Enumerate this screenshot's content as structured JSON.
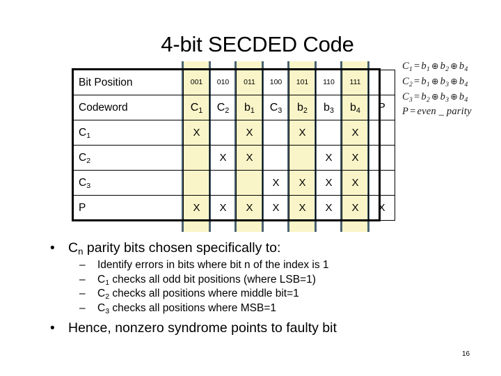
{
  "slide": {
    "title": "4-bit SECDED Code",
    "page_number": "16"
  },
  "table": {
    "row_labels": [
      "Bit Position",
      "Codeword",
      "C",
      "C",
      "C",
      "P"
    ],
    "row_label_subs": [
      "",
      "",
      "1",
      "2",
      "3",
      ""
    ],
    "bit_positions": [
      "001",
      "010",
      "011",
      "100",
      "101",
      "110",
      "111",
      ""
    ],
    "codeword": [
      {
        "base": "C",
        "sub": "1"
      },
      {
        "base": "C",
        "sub": "2"
      },
      {
        "base": "b",
        "sub": "1"
      },
      {
        "base": "C",
        "sub": "3"
      },
      {
        "base": "b",
        "sub": "2"
      },
      {
        "base": "b",
        "sub": "3"
      },
      {
        "base": "b",
        "sub": "4"
      },
      {
        "base": "P",
        "sub": ""
      }
    ],
    "check_rows": [
      {
        "label": "C",
        "sub": "1",
        "marks": [
          "X",
          "",
          "X",
          "",
          "X",
          "",
          "X",
          ""
        ]
      },
      {
        "label": "C",
        "sub": "2",
        "marks": [
          "",
          "X",
          "X",
          "",
          "",
          "X",
          "X",
          ""
        ]
      },
      {
        "label": "C",
        "sub": "3",
        "marks": [
          "",
          "",
          "",
          "X",
          "X",
          "X",
          "X",
          ""
        ]
      },
      {
        "label": "P",
        "sub": "",
        "marks": [
          "X",
          "X",
          "X",
          "X",
          "X",
          "X",
          "X",
          "X"
        ]
      }
    ],
    "mark_symbol": "X",
    "highlighted_columns": [
      0,
      2,
      4,
      6
    ],
    "highlight_fill": "#FAF5C8",
    "highlight_border": "#4A6272"
  },
  "equations": [
    {
      "lhs": "C",
      "lhs_sub": "1",
      "terms": [
        {
          "base": "b",
          "sub": "1"
        },
        {
          "base": "b",
          "sub": "2"
        },
        {
          "base": "b",
          "sub": "4"
        }
      ]
    },
    {
      "lhs": "C",
      "lhs_sub": "2",
      "terms": [
        {
          "base": "b",
          "sub": "1"
        },
        {
          "base": "b",
          "sub": "3"
        },
        {
          "base": "b",
          "sub": "4"
        }
      ]
    },
    {
      "lhs": "C",
      "lhs_sub": "3",
      "terms": [
        {
          "base": "b",
          "sub": "2"
        },
        {
          "base": "b",
          "sub": "3"
        },
        {
          "base": "b",
          "sub": "4"
        }
      ]
    }
  ],
  "parity_equation": {
    "lhs": "P",
    "rhs": "even _ parity"
  },
  "bullets": {
    "bullet_marker": "•",
    "dash_marker": "–",
    "main_1_pre": "C",
    "main_1_sub": "n",
    "main_1_post": " parity bits chosen specifically to:",
    "sub_items": [
      {
        "pre": "Identify errors in bits where bit n of the index is 1",
        "sub": "",
        "post": ""
      },
      {
        "pre": "C",
        "sub": "1",
        "post": " checks all odd bit positions (where LSB=1)"
      },
      {
        "pre": "C",
        "sub": "2",
        "post": " checks all positions where middle bit=1"
      },
      {
        "pre": "C",
        "sub": "3",
        "post": " checks all positions where MSB=1"
      }
    ],
    "main_2": "Hence, nonzero syndrome points to faulty bit"
  }
}
